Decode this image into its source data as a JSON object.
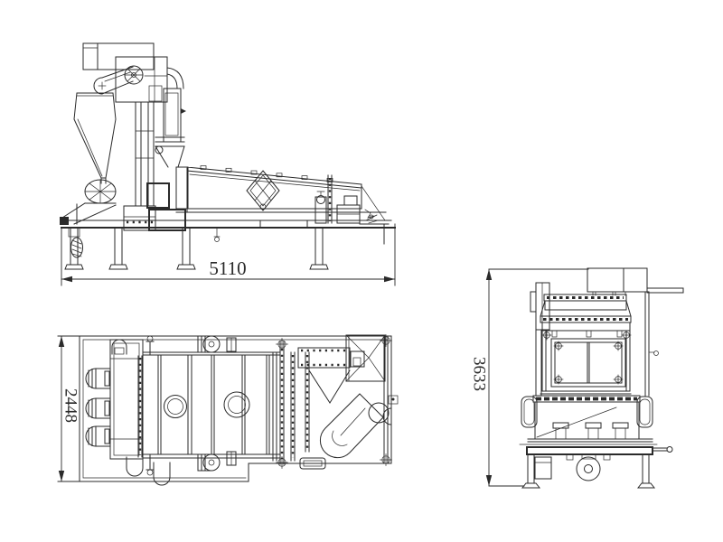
{
  "background_color": "#ffffff",
  "line_color": "#2a2a2a",
  "views": {
    "side_elevation": {
      "dimension_label": "5110"
    },
    "plan": {
      "dimension_label": "2448"
    },
    "end_elevation": {
      "dimension_label": "3633"
    }
  }
}
